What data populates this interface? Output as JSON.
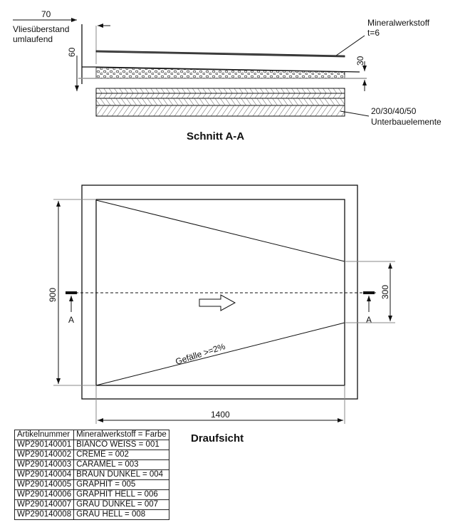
{
  "section": {
    "title": "Schnitt A-A",
    "dim_overhang": "70",
    "overhang_label_1": "Vliesüberstand",
    "overhang_label_2": "umlaufend",
    "dim_height_left": "60",
    "dim_height_right": "30",
    "material_label_1": "Mineralwerkstoff",
    "material_label_2": "t=6",
    "base_label_1": "20/30/40/50",
    "base_label_2": "Unterbauelemente"
  },
  "plan": {
    "title": "Draufsicht",
    "dim_width": "1400",
    "dim_depth": "900",
    "dim_drain": "300",
    "slope_label": "Gefälle >=2%",
    "section_mark_left": "A",
    "section_mark_right": "A"
  },
  "table": {
    "headers": [
      "Artikelnummer",
      "Mineralwerkstoff = Farbe"
    ],
    "rows": [
      [
        "WP290140001",
        "BIANCO WEISS = 001"
      ],
      [
        "WP290140002",
        "CREME = 002"
      ],
      [
        "WP290140003",
        "CARAMEL = 003"
      ],
      [
        "WP290140004",
        "BRAUN DUNKEL = 004"
      ],
      [
        "WP290140005",
        "GRAPHIT = 005"
      ],
      [
        "WP290140006",
        "GRAPHIT HELL = 006"
      ],
      [
        "WP290140007",
        "GRAU DUNKEL = 007"
      ],
      [
        "WP290140008",
        "GRAU HELL = 008"
      ]
    ]
  }
}
